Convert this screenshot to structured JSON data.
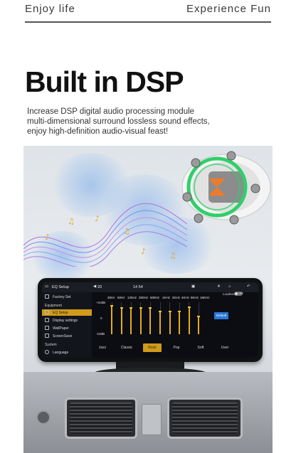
{
  "header": {
    "left_tagline": "Enjoy life",
    "right_tagline": "Experience Fun"
  },
  "hero": {
    "title": "Built in DSP",
    "description_lines": [
      "Increase DSP digital audio processing module",
      "multi-dimensional surround lossless sound effects,",
      "enjoy high-definition audio-visual feast!"
    ]
  },
  "device_screen": {
    "status_bar": {
      "app_title": "EQ Setup",
      "volume": "20",
      "time": "14 54"
    },
    "sidebar": {
      "items": [
        {
          "label": "Factory Set",
          "icon": "factory-icon",
          "active": false
        },
        {
          "label": "Equipment",
          "heading": true
        },
        {
          "label": "EQ Setup",
          "icon": "eq-icon",
          "active": true
        },
        {
          "label": "Display settings",
          "icon": "display-icon",
          "active": false
        },
        {
          "label": "WallPaper",
          "icon": "wallpaper-icon",
          "active": false
        },
        {
          "label": "ScreenSave",
          "icon": "screensave-icon",
          "active": false
        },
        {
          "label": "System",
          "heading": true
        },
        {
          "label": "Language",
          "icon": "globe-icon",
          "active": false
        }
      ]
    },
    "equalizer": {
      "bands": [
        "30Hz",
        "60Hz",
        "125Hz",
        "250Hz",
        "500Hz",
        "1KHz",
        "2KHz",
        "4KHz",
        "8KHz",
        "16KHz"
      ],
      "level_fractions": [
        0.9,
        0.82,
        0.82,
        0.82,
        0.82,
        0.72,
        0.72,
        0.72,
        0.85,
        0.55
      ],
      "db_top": "+10dB",
      "db_mid": "0",
      "db_bottom": "-10dB",
      "loudness_label": "Loudness",
      "loudness_state": "OFF",
      "default_button": "Default",
      "presets": [
        "Jazz",
        "Classic",
        "Rock",
        "Pop",
        "Soft",
        "User"
      ],
      "active_preset": "Rock"
    }
  },
  "colors": {
    "accent": "#d09b1a",
    "default_button": "#2a78d8",
    "screen_bg": "#0b0d12",
    "speaker_ring": "#2fcf6a"
  }
}
